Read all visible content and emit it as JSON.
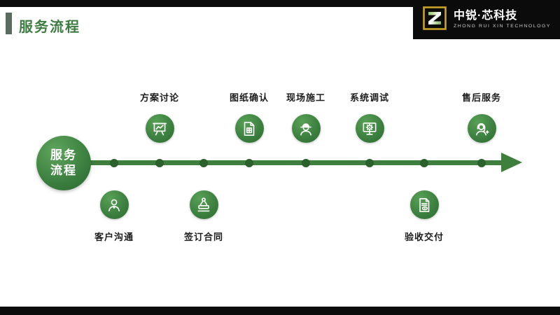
{
  "header": {
    "title": "服务流程"
  },
  "brand": {
    "name": "中锐·芯科技",
    "subtitle": "ZHONG RUI XIN TECHNOLOGY",
    "logo_letter": "Z"
  },
  "timeline": {
    "start_line1": "服务",
    "start_line2": "流程",
    "steps": [
      {
        "label": "客户沟通",
        "icon": "user-icon",
        "position": "below"
      },
      {
        "label": "方案讨论",
        "icon": "chart-icon",
        "position": "above"
      },
      {
        "label": "签订合同",
        "icon": "stamp-icon",
        "position": "below"
      },
      {
        "label": "图纸确认",
        "icon": "blueprint-icon",
        "position": "above"
      },
      {
        "label": "现场施工",
        "icon": "worker-icon",
        "position": "above"
      },
      {
        "label": "系统调试",
        "icon": "gear-icon",
        "position": "above"
      },
      {
        "label": "验收交付",
        "icon": "doc-eye-icon",
        "position": "below"
      },
      {
        "label": "售后服务",
        "icon": "headset-icon",
        "position": "above"
      }
    ]
  },
  "colors": {
    "primary_green": "#3e7f3e",
    "dark_green": "#2a612d",
    "accent_gold": "#c9a227",
    "bar_black": "#0b0b0b",
    "title_green": "#3d7c40"
  }
}
